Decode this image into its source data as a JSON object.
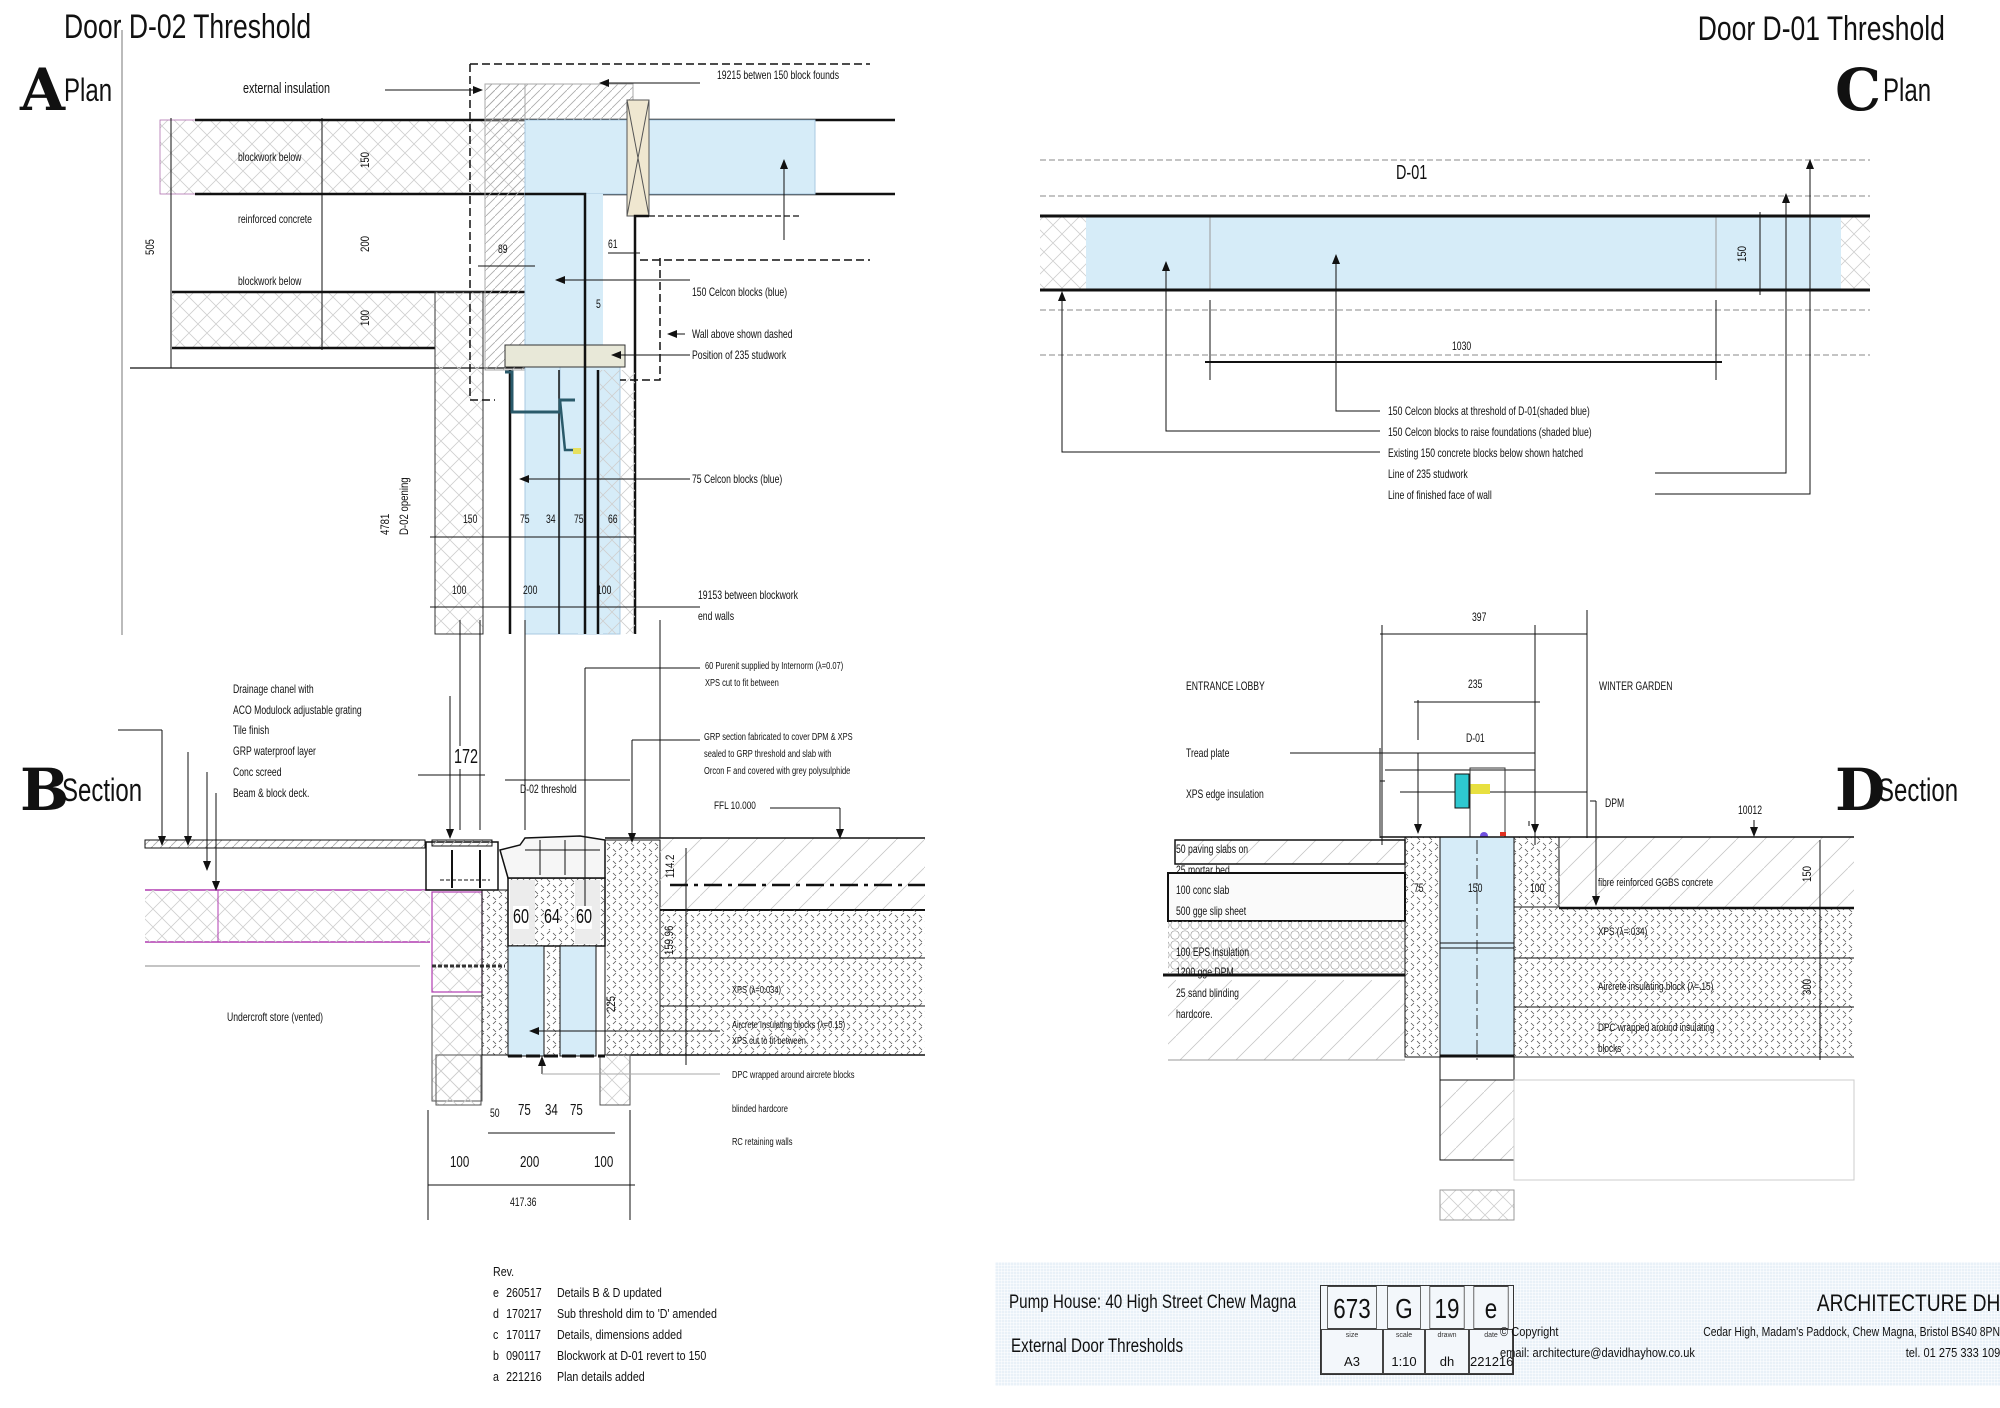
{
  "drawing": {
    "left_title": "Door D-02 Threshold",
    "right_title": "Door D-01 Threshold",
    "views": {
      "a": {
        "letter": "A",
        "name": "Plan"
      },
      "b": {
        "letter": "B",
        "name": "Section"
      },
      "c": {
        "letter": "C",
        "name": "Plan"
      },
      "d": {
        "letter": "D",
        "name": "Section"
      }
    },
    "fill_colors": {
      "celcon_blue": "#d6ecf8",
      "magenta_line": "#b03cb0",
      "hatch": "#bbbbbb"
    }
  },
  "plan_a": {
    "labels": {
      "external_insulation": "external insulation",
      "block_founds": "19215 betwen 150 block founds",
      "blockwork_below_1": "blockwork below",
      "reinforced_concrete": "reinforced concrete",
      "blockwork_below_2": "blockwork below",
      "celcon_150": "150 Celcon blocks (blue)",
      "wall_above": "Wall above shown dashed",
      "studwork": "Position of 235 studwork",
      "celcon_75": "75 Celcon blocks (blue)",
      "between_blockwork_1": "19153 between blockwork",
      "between_blockwork_2": "end walls",
      "opening_1": "4781",
      "opening_2": "D-02 opening"
    },
    "dims": {
      "d150": "150",
      "d200": "200",
      "d100": "100",
      "d505": "505",
      "d89": "89",
      "d61": "61",
      "d5": "5",
      "row1": [
        "150",
        "75",
        "34",
        "75",
        "66"
      ],
      "row2": [
        "100",
        "200",
        "100"
      ]
    }
  },
  "section_b": {
    "labels": {
      "drainage_1": "Drainage chanel with",
      "drainage_2": "ACO Modulock adjustable grating",
      "tile": "Tile finish",
      "grp_layer": "GRP waterproof layer",
      "screed": "Conc screed",
      "deck": "Beam & block deck.",
      "purenit_1": "60 Purenit supplied by Internorm (λ=0.07)",
      "purenit_2": "XPS cut to fit between",
      "grp_1": "GRP section fabricated to cover DPM & XPS",
      "grp_2": "sealed to GRP threshold and slab with",
      "grp_3": "Orcon F and covered with grey polysulphide",
      "threshold": "D-02 threshold",
      "ffl": "FFL 10.000",
      "undercroft": "Undercroft store (vented)",
      "xps": "XPS (λ=0.034)",
      "aircrete_1": "Aircrete Insulating blocks (λ=0.15)",
      "aircrete_2": "XPS cut to fit between",
      "dpc": "DPC wrapped around aircrete blocks",
      "hardcore": "blinded hardcore",
      "rc_walls": "RC retaining walls"
    },
    "dims": {
      "d172": "172",
      "d114": "114.2",
      "d159": "159.96",
      "d225": "225",
      "top_row": [
        "60",
        "64",
        "60"
      ],
      "row1": [
        "50",
        "75",
        "34",
        "75"
      ],
      "row2": [
        "100",
        "200",
        "100"
      ],
      "total": "417.36"
    }
  },
  "plan_c": {
    "door_label": "D-01",
    "dims": {
      "d150": "150",
      "d1030": "1030"
    },
    "labels": [
      "150 Celcon blocks at threshold of D-01(shaded blue)",
      "150 Celcon blocks to raise foundations (shaded blue)",
      "Existing 150 concrete blocks below shown hatched",
      "Line of 235 studwork",
      "Line of finished face of wall"
    ]
  },
  "section_d": {
    "labels": {
      "lobby": "ENTRANCE LOBBY",
      "garden": "WINTER GARDEN",
      "door": "D-01",
      "tread": "Tread plate",
      "xps_edge": "XPS edge insulation",
      "dpm": "DPM",
      "level": "10012",
      "paving": "50 paving slabs on",
      "mortar": "25 mortar bed",
      "conc_slab": "100 conc slab",
      "slip": "500 gge slip sheet",
      "eps": "100 EPS insulation",
      "dpm_gge": "1200 gge DPM",
      "sand": "25 sand blinding",
      "hardcore": "hardcore.",
      "ggbs": "fibre reinforced GGBS concrete",
      "xps": "XPS (λ=.034)",
      "aircrete": "Aircrete insulating block (λ=.15)",
      "dpc_1": "DPC wrapped around insulating",
      "dpc_2": "blocks"
    },
    "dims": {
      "d397": "397",
      "d235": "235",
      "d75": "75",
      "d150": "150",
      "d100": "100",
      "d150v": "150",
      "d300": "300"
    }
  },
  "revisions": {
    "header": "Rev.",
    "items": [
      {
        "rev": "e",
        "date": "260517",
        "desc": "Details B & D updated"
      },
      {
        "rev": "d",
        "date": "170217",
        "desc": "Sub threshold dim to 'D' amended"
      },
      {
        "rev": "c",
        "date": "170117",
        "desc": "Details, dimensions added"
      },
      {
        "rev": "b",
        "date": "090117",
        "desc": "Blockwork at D-01 revert to 150"
      },
      {
        "rev": "a",
        "date": "221216",
        "desc": "Plan details added"
      }
    ]
  },
  "title_block": {
    "project": "Pump House: 40 High Street Chew Magna",
    "drawing_title": "External Door Thresholds",
    "job_no": "673",
    "series": "G",
    "sheet": "19",
    "revision": "e",
    "captions": {
      "size": "size",
      "scale": "scale",
      "drawn": "drawn",
      "date": "date"
    },
    "size": "A3",
    "scale": "1:10",
    "drawn": "dh",
    "date": "221216",
    "copyright": "© Copyright",
    "email": "email: architecture@davidhayhow.co.uk",
    "firm": "ARCHITECTURE DH",
    "address": "Cedar High, Madam's Paddock, Chew Magna, Bristol BS40 8PN",
    "tel": "tel. 01 275 333 109"
  }
}
